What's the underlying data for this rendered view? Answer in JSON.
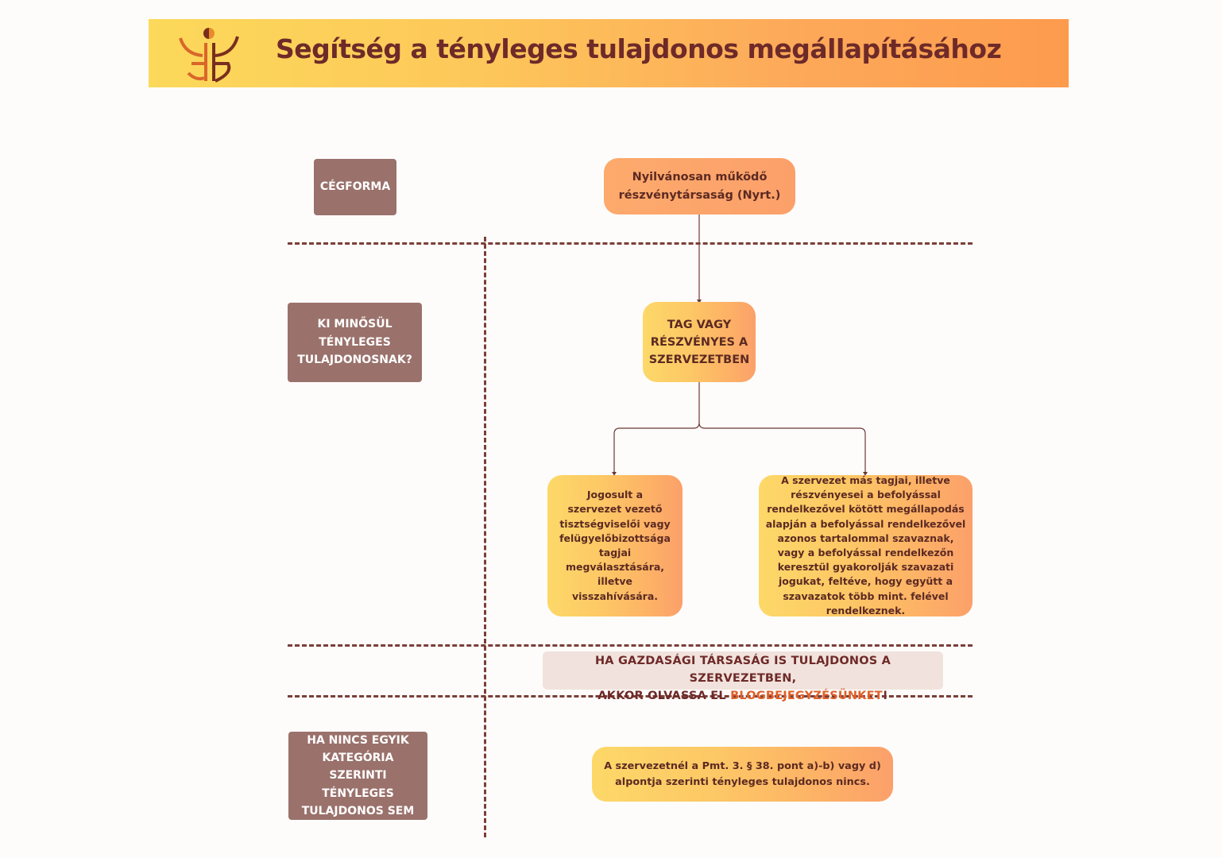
{
  "header": {
    "title": "Segítség a  tényleges tulajdonos megállapításához",
    "logo_icon": "figure-logo-icon"
  },
  "rows": {
    "row1_label": "CÉGFORMA",
    "row2_label": "KI MINŐSÜL TÉNYLEGES TULAJDONOSNAK?",
    "row3_label": "HA NINCS EGYIK KATEGÓRIA SZERINTI TÉNYLEGES TULAJDONOS SEM"
  },
  "nodes": {
    "company_form": "Nyilvánosan működő részvénytársaság (Nyrt.)",
    "member": "TAG VAGY RÉSZVÉNYES A SZERVEZETBEN",
    "left_criterion": "Jogosult a szervezet vezető tisztségviselői vagy felügyelőbizottsága tagjai megválasztására, illetve visszahívására.",
    "right_criterion": "A szervezet más tagjai, illetve részvényesei a befolyással rendelkezővel kötött megállapodás alapján a befolyással rendelkezővel azonos tartalommal szavaznak, vagy a befolyással rendelkezőn keresztül gyakorolják szavazati jogukat, feltéve, hogy együtt a szavazatok több mint. felével rendelkeznek.",
    "no_owner": "A szervezetnél a Pmt. 3. § 38. pont a)-b) vagy d) alpontja szerinti tényleges tulajdonos nincs."
  },
  "note": {
    "line1": "HA GAZDASÁGI TÁRSASÁG IS TULAJDONOS A SZERVEZETBEN,",
    "line2_prefix": "AKKOR OLVASSA EL ",
    "link": "BLOGBEJEGYZÉSÜNKET",
    "line2_suffix": "!"
  },
  "colors": {
    "label_box": "#9a716b",
    "text_dark": "#6e2a28",
    "link": "#e0602a",
    "dash": "#7a3f38"
  }
}
